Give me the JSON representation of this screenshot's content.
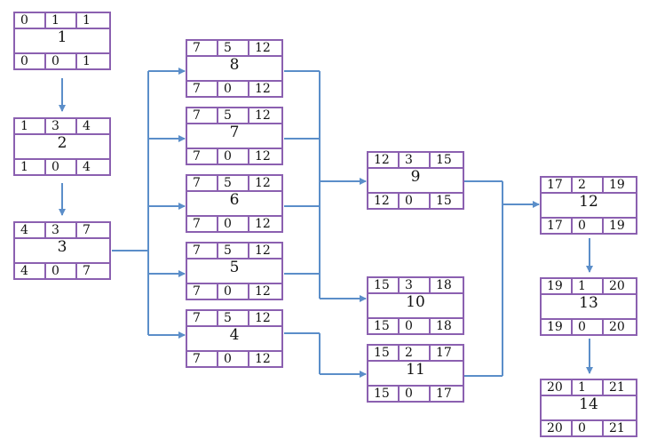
{
  "edge_color": "#5b8ec9",
  "box_color": "#8b60b0",
  "nodes": [
    {
      "id": "1",
      "es": "0",
      "dur": "1",
      "ef": "1",
      "ls": "0",
      "slack": "0",
      "lf": "1"
    },
    {
      "id": "2",
      "es": "1",
      "dur": "3",
      "ef": "4",
      "ls": "1",
      "slack": "0",
      "lf": "4"
    },
    {
      "id": "3",
      "es": "4",
      "dur": "3",
      "ef": "7",
      "ls": "4",
      "slack": "0",
      "lf": "7"
    },
    {
      "id": "8",
      "es": "7",
      "dur": "5",
      "ef": "12",
      "ls": "7",
      "slack": "0",
      "lf": "12"
    },
    {
      "id": "7",
      "es": "7",
      "dur": "5",
      "ef": "12",
      "ls": "7",
      "slack": "0",
      "lf": "12"
    },
    {
      "id": "6",
      "es": "7",
      "dur": "5",
      "ef": "12",
      "ls": "7",
      "slack": "0",
      "lf": "12"
    },
    {
      "id": "5",
      "es": "7",
      "dur": "5",
      "ef": "12",
      "ls": "7",
      "slack": "0",
      "lf": "12"
    },
    {
      "id": "4",
      "es": "7",
      "dur": "5",
      "ef": "12",
      "ls": "7",
      "slack": "0",
      "lf": "12"
    },
    {
      "id": "9",
      "es": "12",
      "dur": "3",
      "ef": "15",
      "ls": "12",
      "slack": "0",
      "lf": "15"
    },
    {
      "id": "10",
      "es": "15",
      "dur": "3",
      "ef": "18",
      "ls": "15",
      "slack": "0",
      "lf": "18"
    },
    {
      "id": "11",
      "es": "15",
      "dur": "2",
      "ef": "17",
      "ls": "15",
      "slack": "0",
      "lf": "17"
    },
    {
      "id": "12",
      "es": "17",
      "dur": "2",
      "ef": "19",
      "ls": "17",
      "slack": "0",
      "lf": "19"
    },
    {
      "id": "13",
      "es": "19",
      "dur": "1",
      "ef": "20",
      "ls": "19",
      "slack": "0",
      "lf": "20"
    },
    {
      "id": "14",
      "es": "20",
      "dur": "1",
      "ef": "21",
      "ls": "20",
      "slack": "0",
      "lf": "21"
    }
  ]
}
